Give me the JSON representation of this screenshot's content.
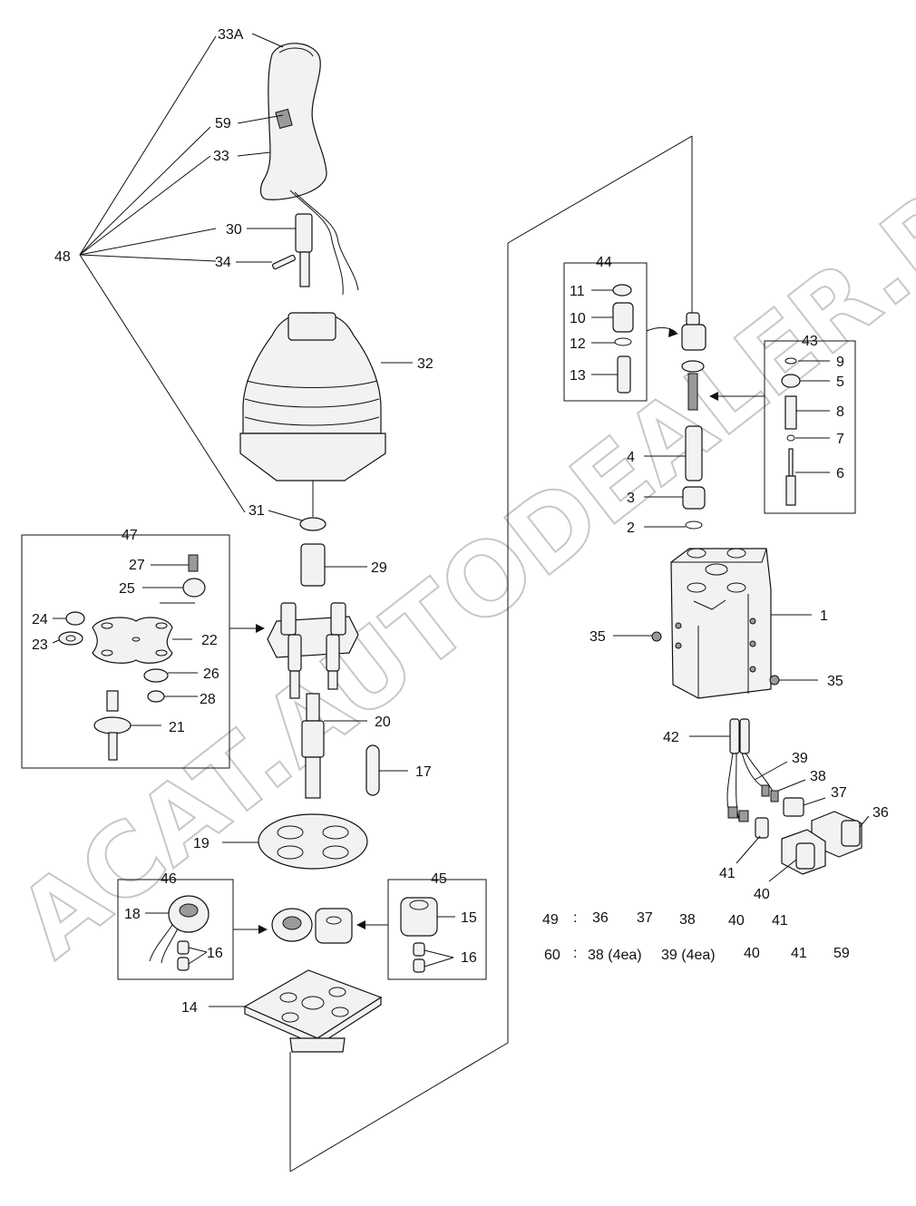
{
  "watermark": "ACAT.AUTODEALER.RU",
  "callouts": {
    "c33A": "33A",
    "c59": "59",
    "c33": "33",
    "c30": "30",
    "c34": "34",
    "c48": "48",
    "c32": "32",
    "c31": "31",
    "c29": "29",
    "c47": "47",
    "c27": "27",
    "c25": "25",
    "c24": "24",
    "c23": "23",
    "c22": "22",
    "c26": "26",
    "c28": "28",
    "c21": "21",
    "c20": "20",
    "c17": "17",
    "c19": "19",
    "c46": "46",
    "c18": "18",
    "c16a": "16",
    "c45": "45",
    "c15": "15",
    "c16b": "16",
    "c14": "14",
    "c44": "44",
    "c11": "11",
    "c10": "10",
    "c12": "12",
    "c13": "13",
    "c43": "43",
    "c9": "9",
    "c5": "5",
    "c8": "8",
    "c7": "7",
    "c6": "6",
    "c4": "4",
    "c3": "3",
    "c2": "2",
    "c1": "1",
    "c35a": "35",
    "c35b": "35",
    "c42": "42",
    "c39": "39",
    "c38": "38",
    "c37": "37",
    "c36": "36",
    "c41": "41",
    "c40": "40"
  },
  "kit_table": {
    "row49": {
      "kit": "49",
      "sep": ":",
      "parts": [
        "36",
        "37",
        "38",
        "40",
        "41"
      ]
    },
    "row60": {
      "kit": "60",
      "sep": ":",
      "parts": [
        "38 (4ea)",
        "39 (4ea)",
        "40",
        "41",
        "59"
      ]
    }
  }
}
